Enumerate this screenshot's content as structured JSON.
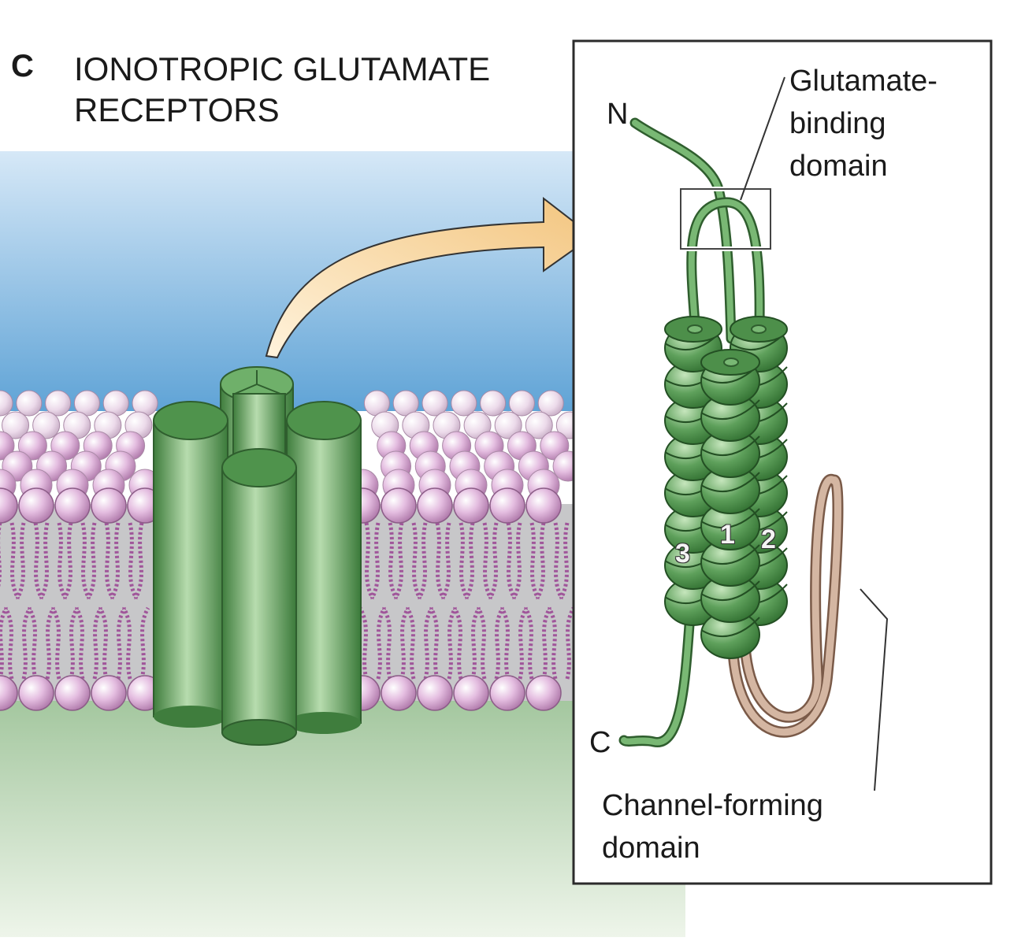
{
  "panel": {
    "letter": "C",
    "title_line1": "IONOTROPIC GLUTAMATE",
    "title_line2": "RECEPTORS"
  },
  "inset": {
    "n_terminus": "N",
    "c_terminus": "C",
    "binding_line1": "Glutamate-",
    "binding_line2": "binding",
    "binding_line3": "domain",
    "channel_line1": "Channel-forming",
    "channel_line2": "domain",
    "segments": [
      "3",
      "1",
      "2"
    ]
  },
  "colors": {
    "extracellular": "#bcd9f0",
    "intracellular": "#cfe3c9",
    "protein": "#5fa35c",
    "lipid_head": "#dcb3d6",
    "lipid_tail": "#a0559a",
    "arrow": "#f6d39a",
    "loop": "#c9ab98"
  }
}
